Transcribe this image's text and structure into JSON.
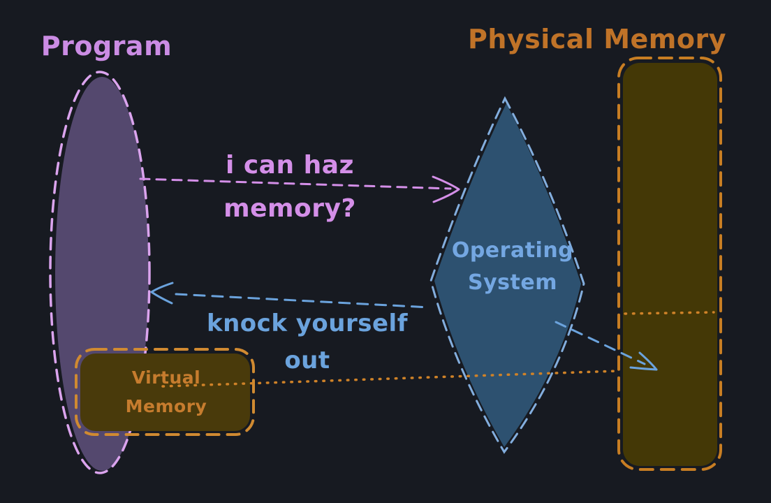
{
  "diagram": {
    "program": {
      "title": "Program"
    },
    "physical_memory": {
      "title": "Physical Memory"
    },
    "operating_system": {
      "lines": [
        "Operating",
        "System"
      ]
    },
    "virtual_memory": {
      "lines": [
        "Virtual",
        "Memory"
      ]
    },
    "request_arrow": {
      "lines": [
        "i can haz",
        "memory?"
      ]
    },
    "response_arrow": {
      "lines": [
        "knock yourself",
        "out"
      ]
    }
  },
  "colors": {
    "background": "#171a21",
    "program_text": "#cb8ce4",
    "program_fill": "#54486e",
    "program_stroke": "#dba4ee",
    "request_pink": "#d48fe8",
    "os_fill": "#2d5170",
    "os_stroke": "#83aede",
    "os_text": "#74a7e2",
    "response_blue": "#6ba3dd",
    "physical_title": "#c07328",
    "physical_fill": "#443806",
    "physical_stroke": "#c87e23",
    "vm_fill": "#493a0b",
    "vm_stroke": "#d08a31",
    "vm_text": "#c67c2e",
    "dotted_orange": "#cf8228"
  }
}
